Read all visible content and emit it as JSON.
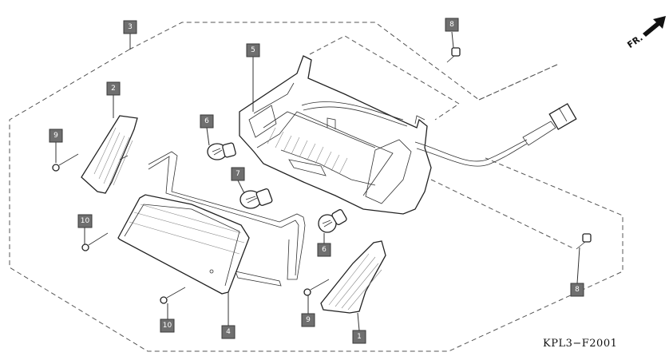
{
  "diagram_code": "KPL3−F2001",
  "front_indicator": "FR.",
  "callouts": [
    {
      "id": "c3",
      "label": "3"
    },
    {
      "id": "c2",
      "label": "2"
    },
    {
      "id": "c9a",
      "label": "9"
    },
    {
      "id": "c10a",
      "label": "10"
    },
    {
      "id": "c10b",
      "label": "10"
    },
    {
      "id": "c4",
      "label": "4"
    },
    {
      "id": "c5",
      "label": "5"
    },
    {
      "id": "c6a",
      "label": "6"
    },
    {
      "id": "c7",
      "label": "7"
    },
    {
      "id": "c6b",
      "label": "6"
    },
    {
      "id": "c8a",
      "label": "8"
    },
    {
      "id": "c8b",
      "label": "8"
    },
    {
      "id": "c9b",
      "label": "9"
    },
    {
      "id": "c1",
      "label": "1"
    }
  ]
}
